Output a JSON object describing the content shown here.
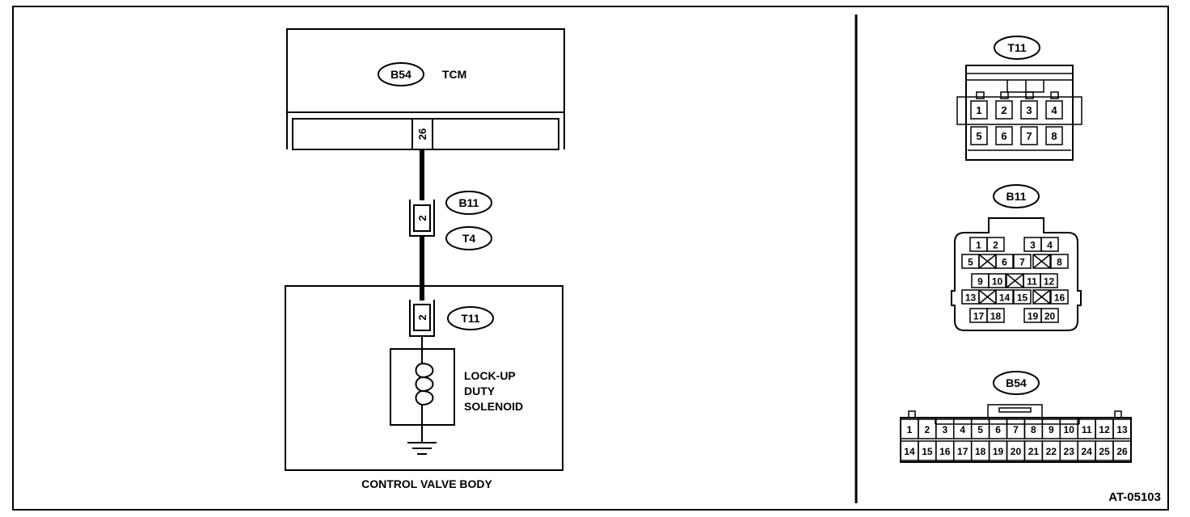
{
  "diagram_id": "AT-05103",
  "tcm": {
    "connector": "B54",
    "label": "TCM",
    "pin": "26"
  },
  "inline_connector": {
    "male": "B11",
    "female": "T4",
    "pin": "2"
  },
  "control_valve_body": {
    "label": "CONTROL VALVE BODY",
    "connector": "T11",
    "pin": "2",
    "solenoid_label": [
      "LOCK-UP",
      "DUTY",
      "SOLENOID"
    ]
  },
  "connector_views": {
    "t11": {
      "name": "T11",
      "pins": [
        "1",
        "2",
        "3",
        "4",
        "5",
        "6",
        "7",
        "8"
      ]
    },
    "b11": {
      "name": "B11",
      "pins": [
        "1",
        "2",
        "3",
        "4",
        "5",
        "6",
        "7",
        "8",
        "9",
        "10",
        "11",
        "12",
        "13",
        "14",
        "15",
        "16",
        "17",
        "18",
        "19",
        "20"
      ]
    },
    "b54": {
      "name": "B54",
      "pins": [
        "1",
        "2",
        "3",
        "4",
        "5",
        "6",
        "7",
        "8",
        "9",
        "10",
        "11",
        "12",
        "13",
        "14",
        "15",
        "16",
        "17",
        "18",
        "19",
        "20",
        "21",
        "22",
        "23",
        "24",
        "25",
        "26"
      ]
    }
  },
  "colors": {
    "line": "#000000",
    "background": "#ffffff"
  },
  "icons": [
    "ground-icon",
    "solenoid-coil-icon"
  ]
}
